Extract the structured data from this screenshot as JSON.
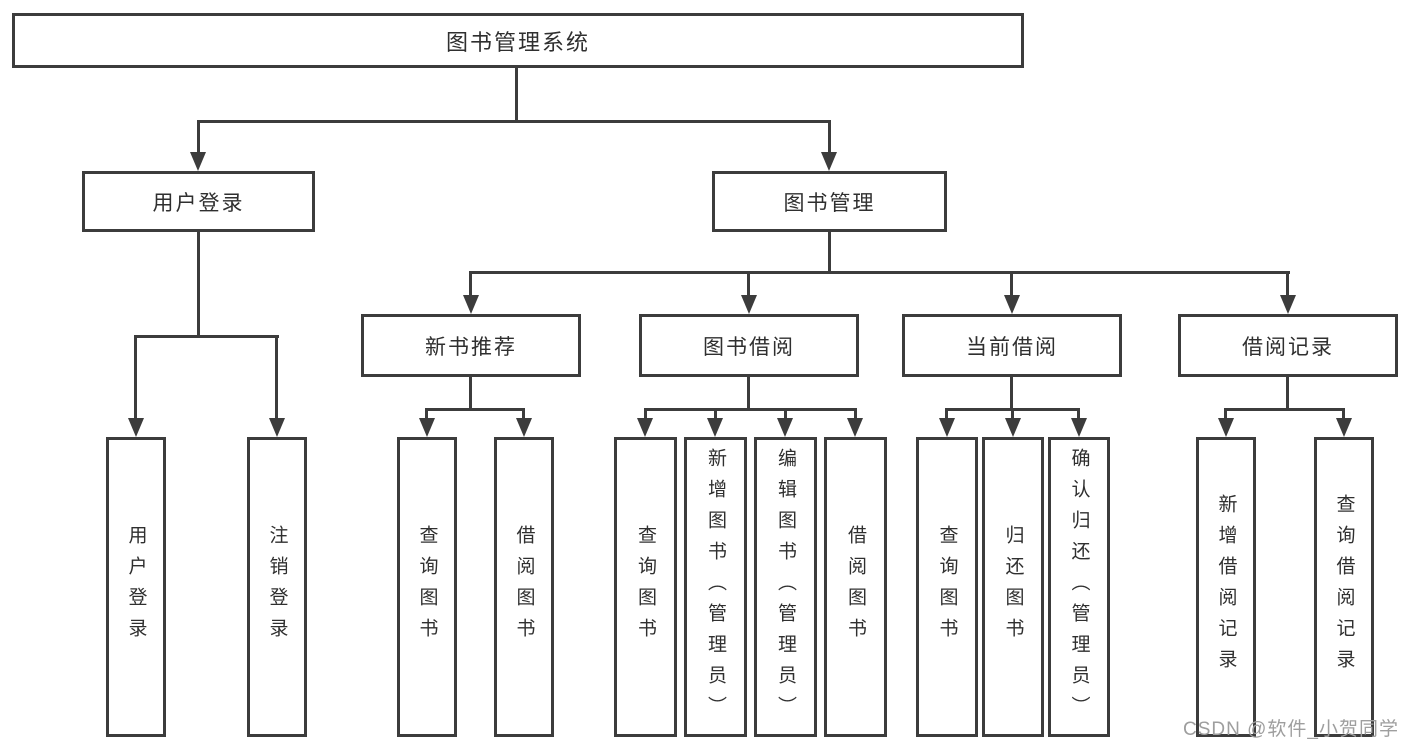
{
  "colors": {
    "line": "#3c3c3c",
    "text": "#2f2f2f",
    "canvas": "#ffffff",
    "watermark": "#9e9e9e"
  },
  "watermark": {
    "text": "CSDN @软件_小贺同学"
  },
  "tree": {
    "label": "图书管理系统",
    "children": [
      {
        "label": "用户登录",
        "children": [
          {
            "label": "用户登录"
          },
          {
            "label": "注销登录"
          }
        ]
      },
      {
        "label": "图书管理",
        "children": [
          {
            "label": "新书推荐",
            "children": [
              {
                "label": "查询图书"
              },
              {
                "label": "借阅图书"
              }
            ]
          },
          {
            "label": "图书借阅",
            "children": [
              {
                "label": "查询图书"
              },
              {
                "label": "新增图书（管理员）"
              },
              {
                "label": "编辑图书（管理员）"
              },
              {
                "label": "借阅图书"
              }
            ]
          },
          {
            "label": "当前借阅",
            "children": [
              {
                "label": "查询图书"
              },
              {
                "label": "归还图书"
              },
              {
                "label": "确认归还（管理员）"
              }
            ]
          },
          {
            "label": "借阅记录",
            "children": [
              {
                "label": "新增借阅记录"
              },
              {
                "label": "查询借阅记录"
              }
            ]
          }
        ]
      }
    ]
  }
}
